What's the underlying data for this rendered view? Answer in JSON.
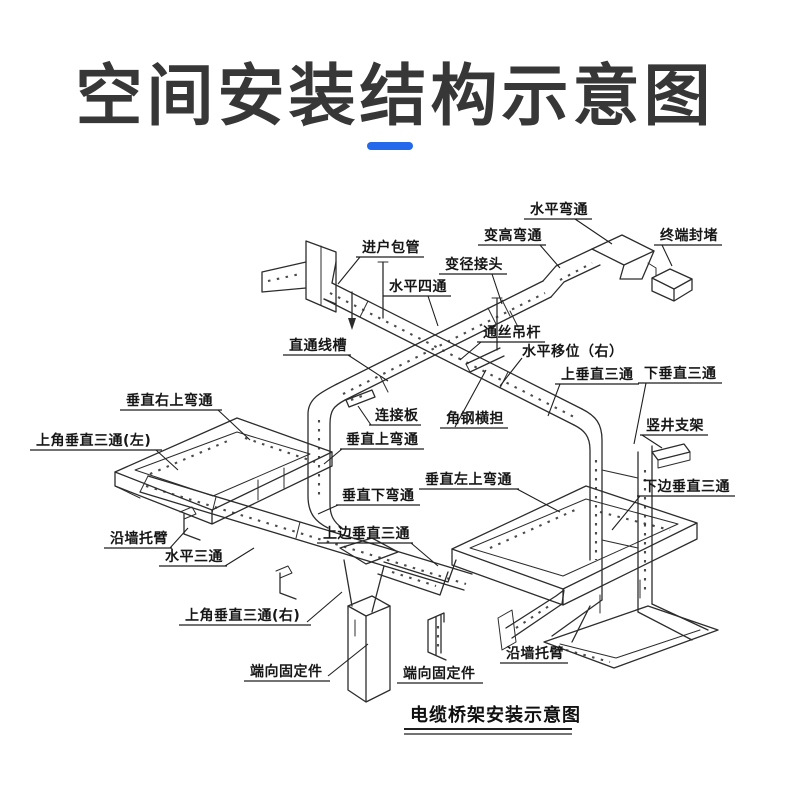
{
  "title": {
    "text": "空间安装结构示意图"
  },
  "accent": {
    "color": "#2469ec"
  },
  "diagram": {
    "caption": "电缆桥架安装示意图",
    "line_color": "#2c2c2c",
    "labels": {
      "jin_hu_bao_guan": "进户包管",
      "shui_ping_wan_tong": "水平弯通",
      "bian_gao_wan_tong": "变高弯通",
      "bian_jing_jie_tou": "变径接头",
      "shui_ping_si_tong": "水平四通",
      "zhong_duan_feng_du": "终端封堵",
      "zhi_tong_xian_cao": "直通线槽",
      "tong_si_diao_gan": "通丝吊杆",
      "shui_ping_yi_wei_you": "水平移位（右）",
      "shang_chui_zhi_san_tong": "上垂直三通",
      "xia_chui_zhi_san_tong": "下垂直三通",
      "shu_jing_zhi_jia": "竖井支架",
      "xia_bian_chui_zhi_san_tong": "下边垂直三通",
      "chui_zhi_you_shang_wan_tong": "垂直右上弯通",
      "shang_jiao_chui_zhi_san_tong_zuo": "上角垂直三通(左)",
      "lian_jie_ban": "连接板",
      "jiao_gang_heng_dan": "角钢横担",
      "chui_zhi_shang_wan_tong": "垂直上弯通",
      "chui_zhi_xia_wan_tong": "垂直下弯通",
      "chui_zhi_zuo_shang_wan_tong": "垂直左上弯通",
      "shang_bian_chui_zhi_san_tong": "上边垂直三通",
      "yan_qiang_tuo_bi_left": "沿墙托臂",
      "shui_ping_san_tong": "水平三通",
      "shang_jiao_chui_zhi_san_tong_you": "上角垂直三通(右)",
      "duan_xiang_gu_ding_jian_left": "端向固定件",
      "duan_xiang_gu_ding_jian_right": "端向固定件",
      "yan_qiang_tuo_bi_bottom": "沿墙托臂"
    }
  }
}
